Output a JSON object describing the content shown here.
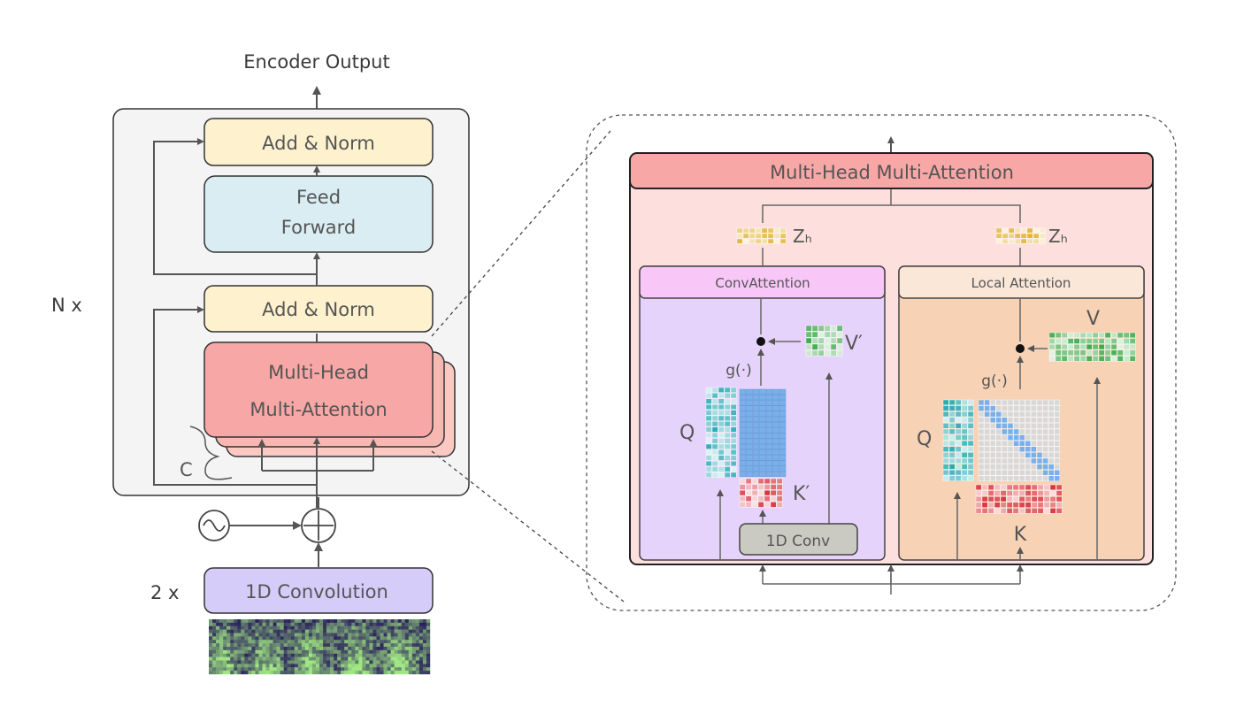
{
  "encoder": {
    "output_label": "Encoder Output",
    "repeat_label": "N x",
    "conv_repeat_label": "2 x",
    "add_norm_top": "Add & Norm",
    "feed_forward_line1": "Feed",
    "feed_forward_line2": "Forward",
    "add_norm_bottom": "Add & Norm",
    "mhma_line1": "Multi-Head",
    "mhma_line2": "Multi-Attention",
    "channel_label": "C",
    "conv_label": "1D Convolution"
  },
  "detail": {
    "title": "Multi-Head Multi-Attention",
    "z_label_left": "Zₕ",
    "z_label_right": "Zₕ",
    "conv_attention": {
      "header": "ConvAttention",
      "q_label": "Q",
      "k_label": "K′",
      "v_label": "V′",
      "g_label": "g(·)",
      "conv_box": "1D Conv"
    },
    "local_attention": {
      "header": "Local Attention",
      "q_label": "Q",
      "k_label": "K",
      "v_label": "V",
      "g_label": "g(·)"
    }
  },
  "colors": {
    "add_norm": "#fdf1ce",
    "feed_forward": "#daedf3",
    "mhma": "#f7a7a5",
    "conv": "#d6ccfa",
    "encoder_bg": "#f4f4f4",
    "detail_bg": "#fde0de",
    "conv_attention_bg": "#e6d3fb",
    "conv_attention_header": "#f8c7f8",
    "local_attention_bg": "#f8d2b4",
    "local_attention_header": "#fbe7d8",
    "query_cells": "#2aaab4",
    "key_cells": "#d8353b",
    "value_cells": "#3aa845",
    "z_cells": "#e3b53b",
    "attention_matrix": "#7ab0ea"
  }
}
